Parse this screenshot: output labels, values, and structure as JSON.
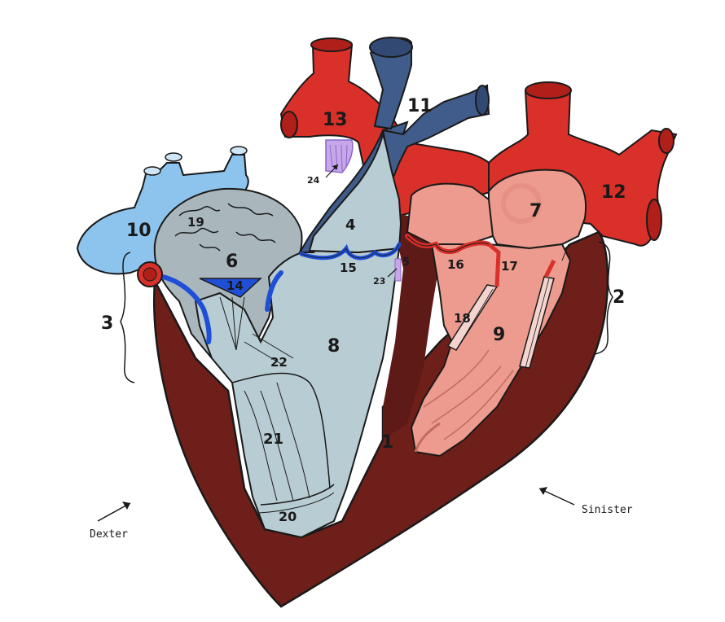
{
  "diagram": {
    "labels": {
      "n1": "1",
      "n2": "2",
      "n3": "3",
      "n4": "4",
      "n5": "5",
      "n6": "6",
      "n7": "7",
      "n8": "8",
      "n9": "9",
      "n10": "10",
      "n11": "11",
      "n12": "12",
      "n13": "13",
      "n14": "14",
      "n15": "15",
      "n16": "16",
      "n17": "17",
      "n18": "18",
      "n19": "19",
      "n20": "20",
      "n21": "21",
      "n22": "22",
      "n23": "23",
      "n24": "24"
    },
    "orientation": {
      "right_side": "Dexter",
      "left_side": "Sinister"
    },
    "colors": {
      "myocardium": "#6e1f1a",
      "myocardium_dark": "#4a1512",
      "right_chambers": "#b8ccd3",
      "right_atrium_inner": "#a9b7bd",
      "left_chambers": "#ec9b8e",
      "aorta": "#d9302a",
      "pulmonary_trunk": "#3f5c8a",
      "vena_cava": "#8cc4ee",
      "valve_blue": "#1f4fd6",
      "ligament_violet": "#c8a6ea",
      "outline": "#1a1a1a"
    }
  }
}
